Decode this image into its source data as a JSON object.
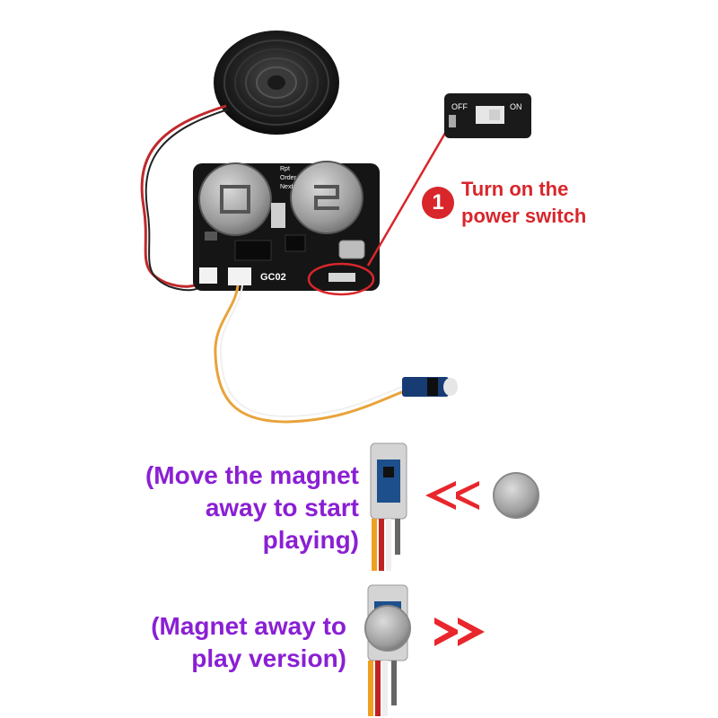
{
  "callout": {
    "number": "1",
    "line1": "Turn on the",
    "line2": "power switch"
  },
  "board": {
    "model": "GC02",
    "buttons": [
      "Rpt",
      "Order",
      "Next"
    ],
    "switch_off": "OFF",
    "switch_on": "ON"
  },
  "captions": {
    "start": [
      "(Move the magnet",
      "away to start",
      "playing)"
    ],
    "play": [
      "(Magnet away to",
      "play version)"
    ]
  },
  "colors": {
    "callout": "#d8262b",
    "caption": "#8a1fd4",
    "pcb": "#151515",
    "arrow": "#e8262b"
  },
  "icons": [
    "speaker",
    "coin-battery",
    "slide-switch",
    "magnetic-sensor",
    "magnet",
    "double-arrow-left",
    "double-arrow-right"
  ]
}
